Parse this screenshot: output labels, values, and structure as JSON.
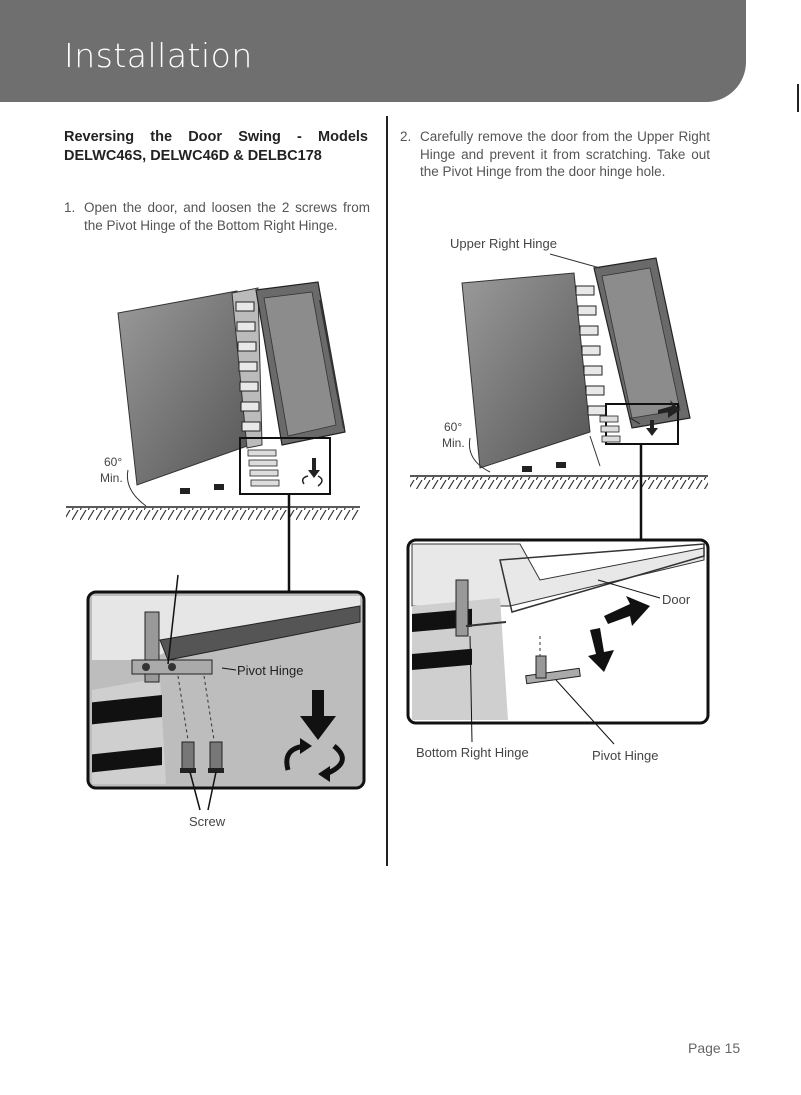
{
  "header": {
    "title": "Installation"
  },
  "section": {
    "title_words": [
      "Reversing",
      "the",
      "Door",
      "Swing",
      "-",
      "Models"
    ],
    "title_line2": "DELWC46S, DELWC46D & DELBC178"
  },
  "steps": [
    {
      "number": "1.",
      "text": "Open the door, and loosen the 2 screws from the Pivot Hinge of the Bottom Right Hinge."
    },
    {
      "number": "2.",
      "text": "Carefully remove the door from the Upper Right Hinge and prevent it from scratching. Take out the Pivot Hinge from the door hinge hole."
    }
  ],
  "figure1": {
    "angle_label": "60°",
    "min_label": "Min.",
    "pivot_hinge_label": "Pivot Hinge",
    "screw_label": "Screw"
  },
  "figure2": {
    "upper_hinge_label": "Upper Right Hinge",
    "angle_label": "60°",
    "min_label": "Min.",
    "door_label": "Door",
    "bottom_hinge_label": "Bottom Right Hinge",
    "pivot_hinge_label": "Pivot Hinge"
  },
  "footer": {
    "page": "Page 15"
  }
}
